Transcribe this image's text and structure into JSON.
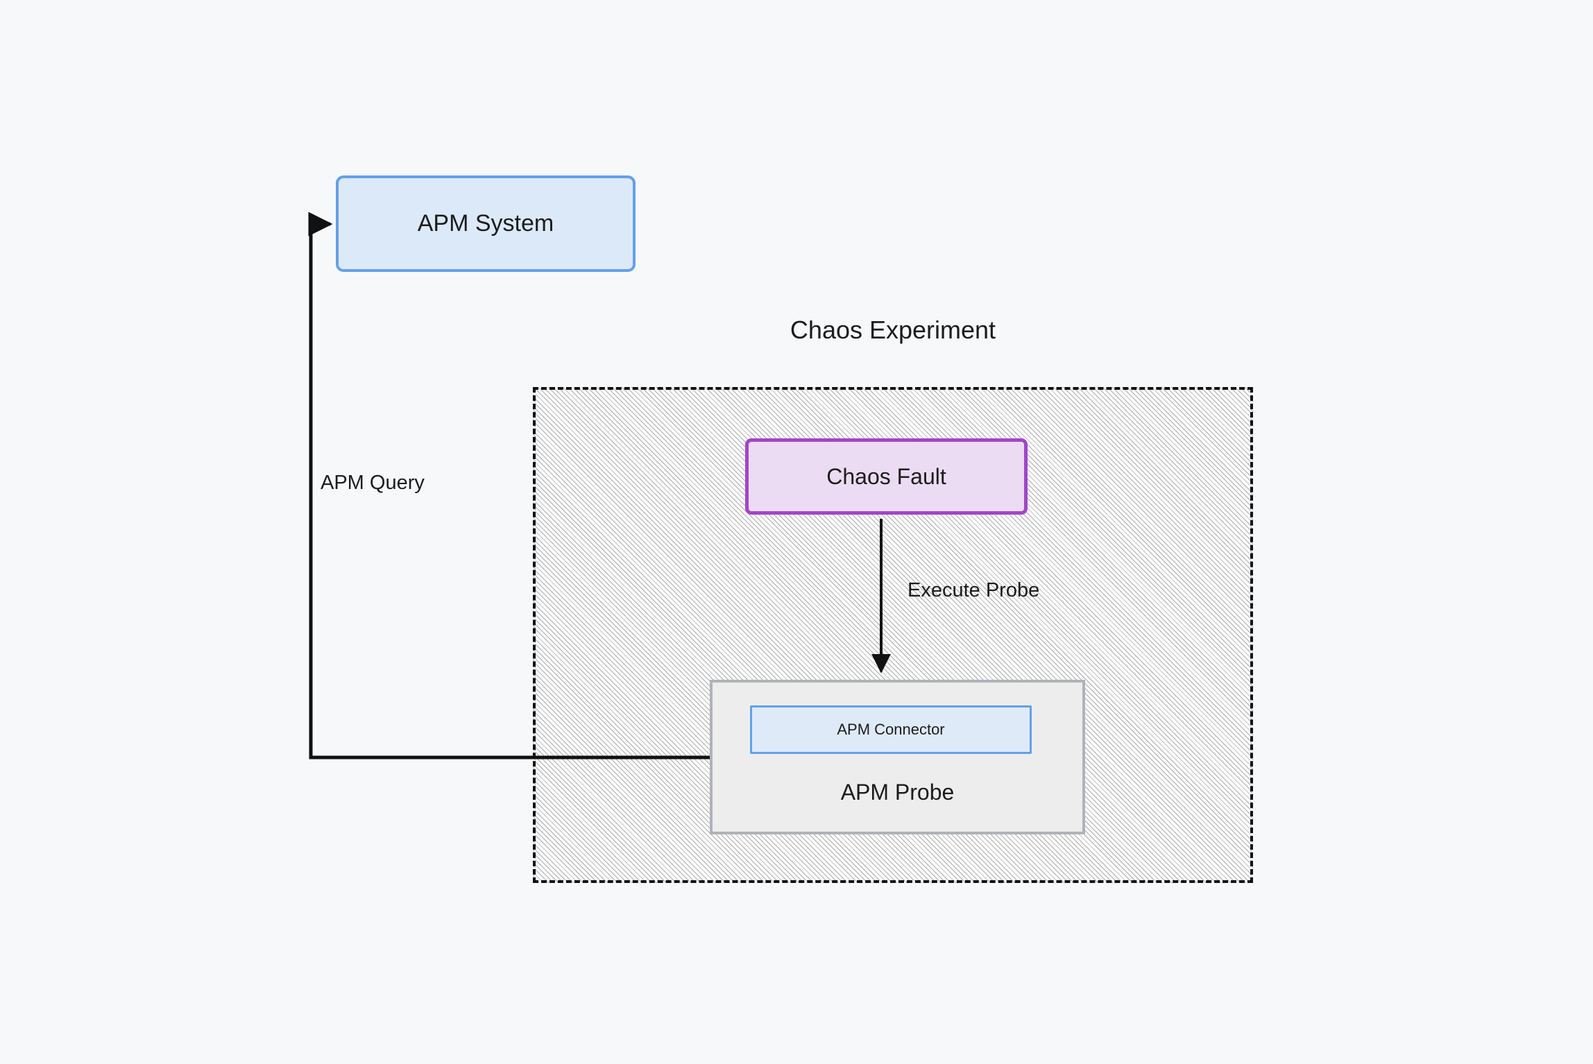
{
  "diagram": {
    "background_color": "#f7f8fa",
    "title": "Chaos Experiment",
    "nodes": {
      "apm_system": {
        "label": "APM System",
        "fill": "#dce9f9",
        "stroke": "#63a0e8"
      },
      "chaos_fault": {
        "label": "Chaos Fault",
        "fill": "#ecdcf3",
        "stroke": "#a345c8"
      },
      "apm_probe": {
        "label": "APM Probe",
        "fill": "#ededee",
        "stroke": "#aeb3b9"
      },
      "apm_connector": {
        "label": "APM Connector",
        "fill": "#dfeaf9",
        "stroke": "#63a0e8"
      },
      "chaos_experiment": {
        "label": "Chaos Experiment",
        "stroke": "#111111",
        "style": "dashed hatched container"
      }
    },
    "edges": [
      {
        "id": "apm-query-edge",
        "label": "APM Query",
        "from": "apm_probe",
        "to": "apm_system",
        "stroke": "#111111",
        "arrowhead": "to"
      },
      {
        "id": "execute-probe-edge",
        "label": "Execute Probe",
        "from": "chaos_fault",
        "to": "apm_probe",
        "stroke": "#111111",
        "arrowhead": "to"
      }
    ]
  }
}
